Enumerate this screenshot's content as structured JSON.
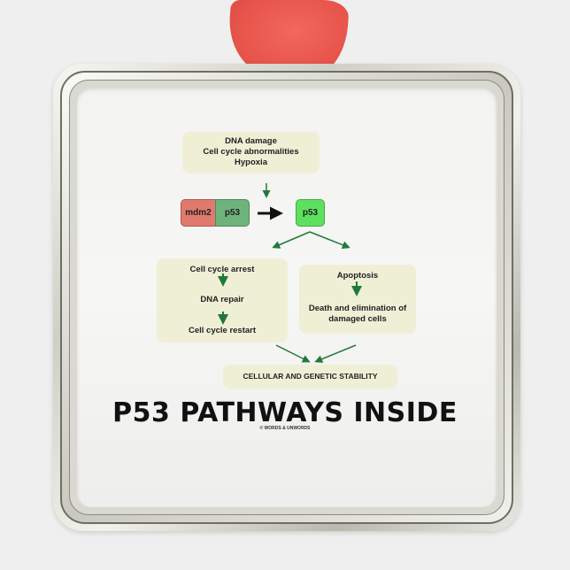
{
  "ornament": {
    "ribbon_color": "#e8564c",
    "frame_color": "silver"
  },
  "diagram": {
    "triggers": [
      "DNA damage",
      "Cell cycle abnormalities",
      "Hypoxia"
    ],
    "complex": {
      "left": "mdm2",
      "right": "p53",
      "left_color": "#e07a6e",
      "right_color": "#6fb37c"
    },
    "free_p53": {
      "label": "p53",
      "color": "#5de05f"
    },
    "pathway_left": [
      "Cell cycle arrest",
      "DNA repair",
      "Cell cycle restart"
    ],
    "pathway_right": [
      "Apoptosis",
      "Death and elimination of",
      "damaged cells"
    ],
    "outcome": "CELLULAR AND GENETIC STABILITY",
    "arrow_color": "#1f7a3a"
  },
  "title": "P53 PATHWAYS INSIDE",
  "credit": "© WORDS & UNWORDS"
}
